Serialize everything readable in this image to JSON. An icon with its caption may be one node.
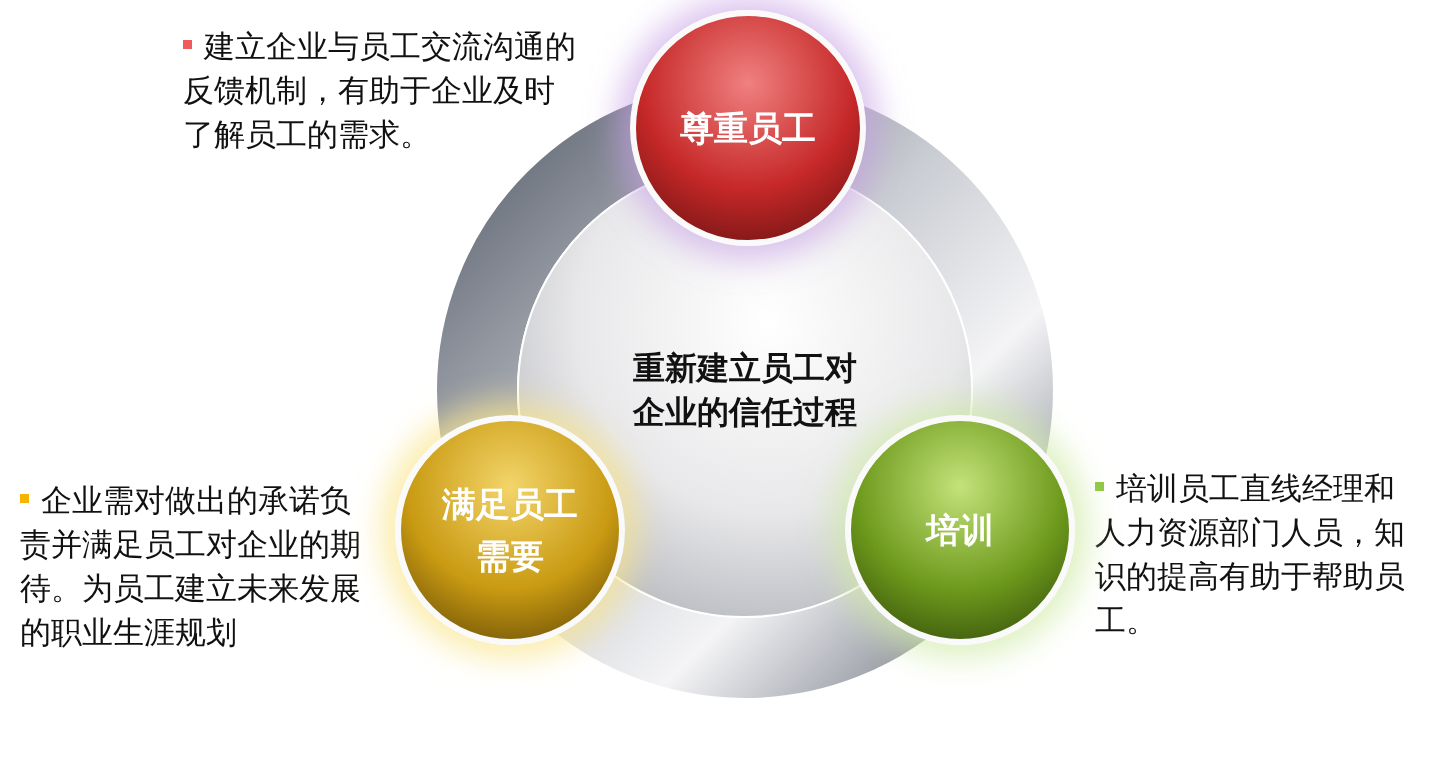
{
  "diagram": {
    "nodes": [
      {
        "text": [
          "尊重员工"
        ],
        "beside": [
          "建立企业与员工交流沟通的反馈机制，有助于企业及时了解员工的需求。"
        ]
      },
      {
        "text": [
          "重新建立员工对企业的信任过程"
        ]
      },
      {
        "text": [
          "满足员工需要"
        ],
        "beside": [
          "企业需对做出的承诺负责并满足员工对企业的期待。为员工建立未来发展的职业生涯规划"
        ]
      },
      {
        "text": [
          "培训"
        ],
        "beside": [
          "培训员工直线经理和人力资源部门人员，知识的提高有助于帮助员工。"
        ]
      }
    ],
    "edges": []
  }
}
